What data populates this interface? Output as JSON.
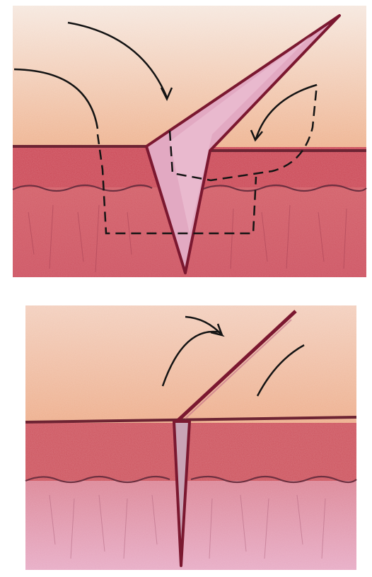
{
  "figure": {
    "panels": [
      {
        "id": "top",
        "stage": "before-closure",
        "layers": [
          "skin-surface",
          "epidermis",
          "dermis"
        ],
        "elements": [
          "v-shaped-flap-defect",
          "dashed-suture-path",
          "curved-arrows"
        ]
      },
      {
        "id": "bottom",
        "stage": "after-closure",
        "layers": [
          "skin-surface",
          "epidermis",
          "dermis"
        ],
        "elements": [
          "closed-incision-line",
          "curved-arrows"
        ]
      }
    ],
    "colors": {
      "background": "#ffffff",
      "surface_skin": "#f3c9ad",
      "epidermis": "#cf5a64",
      "dermis": "#d9707a",
      "dermis_lower_bottom": "#e3a1bd",
      "incision": "#7b1830",
      "flap_fill": "#e5b3c9",
      "ink": "#141414"
    }
  }
}
